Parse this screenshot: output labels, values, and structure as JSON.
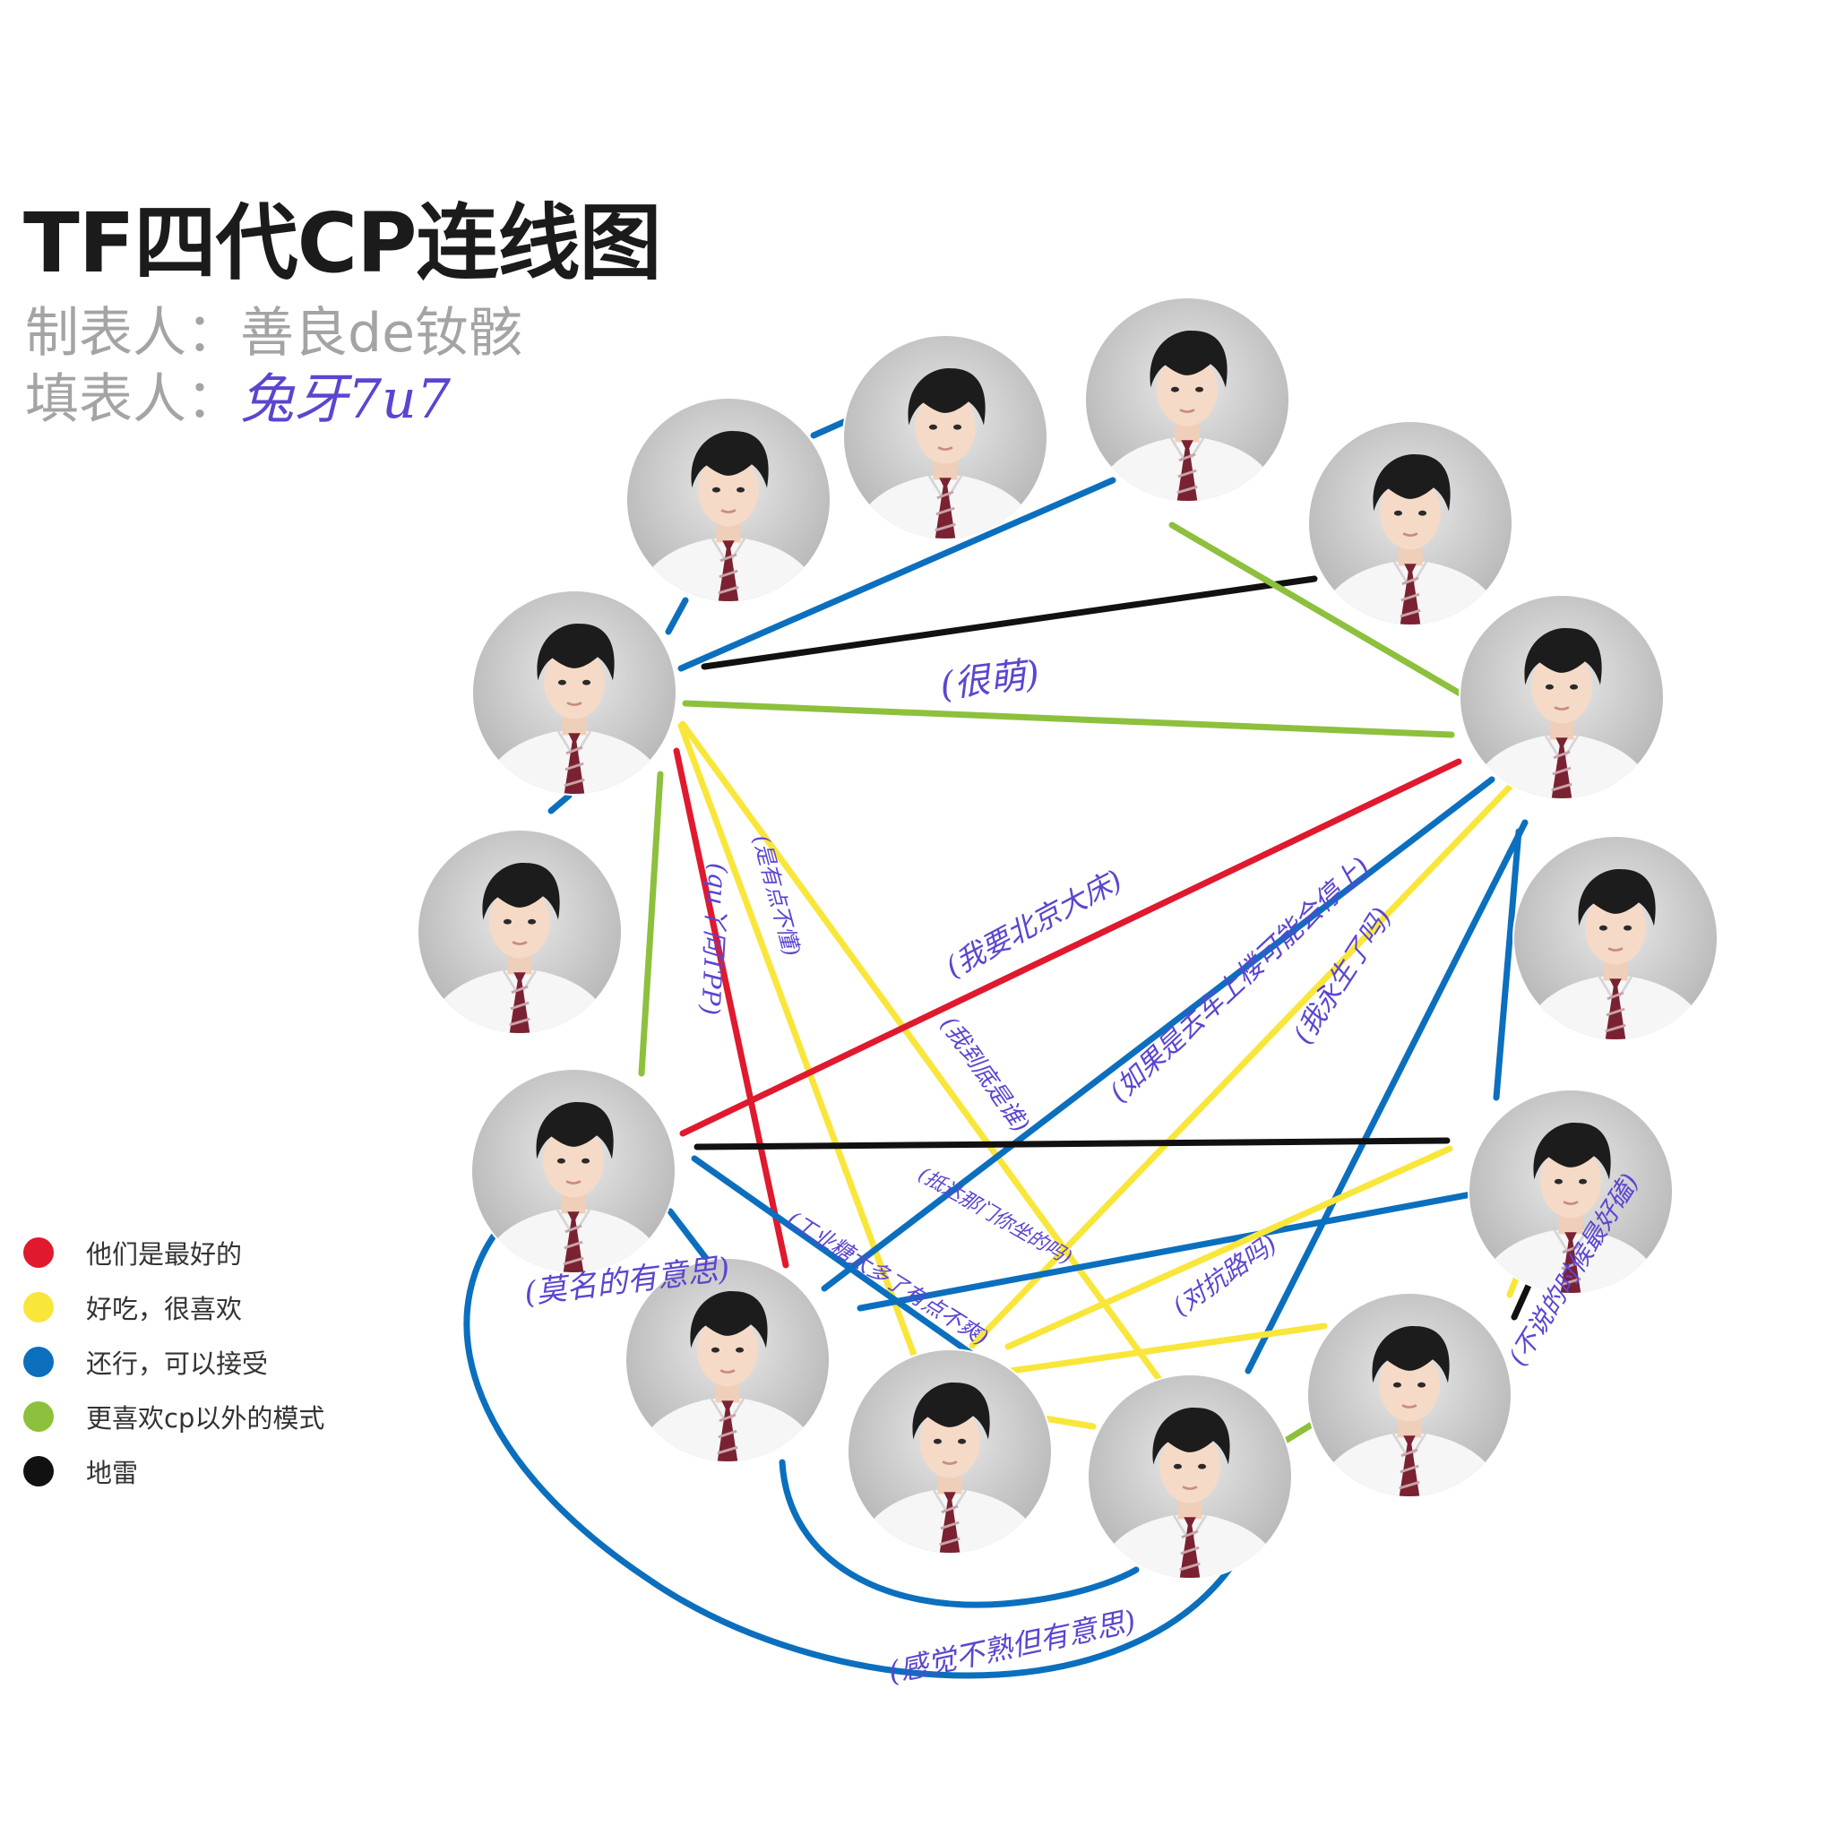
{
  "header": {
    "title": "TF四代CP连线图",
    "maker_label": "制表人：",
    "maker_name": "善良de钕骸",
    "filler_label": "填表人：",
    "filler_name": "兔牙7u7"
  },
  "colors": {
    "red": "#e0192e",
    "yellow": "#f9e63a",
    "blue": "#0b6fbe",
    "green": "#8dc03c",
    "black": "#111111",
    "handwriting": "#5b45d0"
  },
  "legend": [
    {
      "label": "他们是最好的",
      "color": "#e0192e"
    },
    {
      "label": "好吃，很喜欢",
      "color": "#f9e63a"
    },
    {
      "label": "还行，可以接受",
      "color": "#0b6fbe"
    },
    {
      "label": "更喜欢cp以外的模式",
      "color": "#8dc03c"
    },
    {
      "label": "地雷",
      "color": "#111111"
    }
  ],
  "nodes": [
    {
      "id": "m1"
    },
    {
      "id": "m2"
    },
    {
      "id": "m3"
    },
    {
      "id": "m4"
    },
    {
      "id": "m5"
    },
    {
      "id": "m6"
    },
    {
      "id": "m7"
    },
    {
      "id": "m8"
    },
    {
      "id": "m9"
    },
    {
      "id": "m10"
    },
    {
      "id": "m11"
    },
    {
      "id": "m12"
    },
    {
      "id": "m13"
    },
    {
      "id": "m14"
    }
  ],
  "annotations": [
    {
      "text": "(很萌)"
    },
    {
      "text": "(我要北京大床)"
    },
    {
      "text": "(如果是去车上楼可能会停上)"
    },
    {
      "text": "(我永生了吗)"
    },
    {
      "text": "(qu丫同TPP)"
    },
    {
      "text": "(是有点不懂)"
    },
    {
      "text": "(我到底是谁)"
    },
    {
      "text": "(工业糖太多了有点不爽)"
    },
    {
      "text": "(抵达那门你坐的吗)"
    },
    {
      "text": "(对抗路吗)"
    },
    {
      "text": "(莫名的有意思)"
    },
    {
      "text": "(不说的时候最好磕)"
    },
    {
      "text": "(感觉不熟但有意思)"
    }
  ]
}
